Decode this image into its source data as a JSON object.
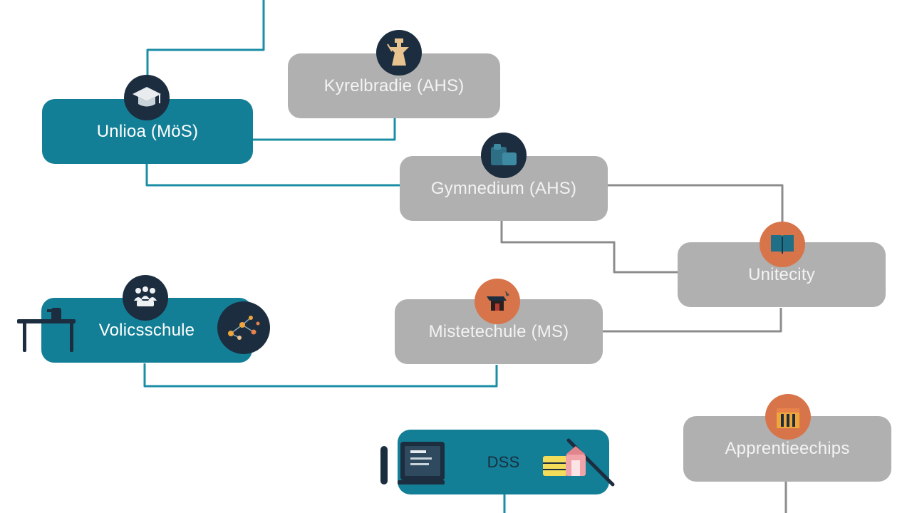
{
  "colors": {
    "teal": "#137f96",
    "gray_box": "#b0b0b0",
    "teal_line": "#1b8ea6",
    "gray_line": "#8c8c8c",
    "dark_badge": "#1c2d3f",
    "orange_badge": "#d8744a"
  },
  "nodes": {
    "unlioa": {
      "label": "Unlioa (MöS)",
      "icon": "graduation-cap-icon"
    },
    "kyrelbradie": {
      "label": "Kyrelbradie (AHS)",
      "icon": "statue-icon"
    },
    "gymnasium": {
      "label": "Gymnedium (AHS)",
      "icon": "building-icon"
    },
    "university": {
      "label": "Unitecity",
      "icon": "book-icon"
    },
    "volksschule": {
      "label": "Volicsschule",
      "icon": "people-icon"
    },
    "mittelschule": {
      "label": "Mistetechule (MS)",
      "icon": "mortarboard-icon"
    },
    "dss": {
      "label": "DSS",
      "icon": "tools-icon"
    },
    "apprenticeships": {
      "label": "Apprentieechips",
      "icon": "crate-icon"
    }
  }
}
